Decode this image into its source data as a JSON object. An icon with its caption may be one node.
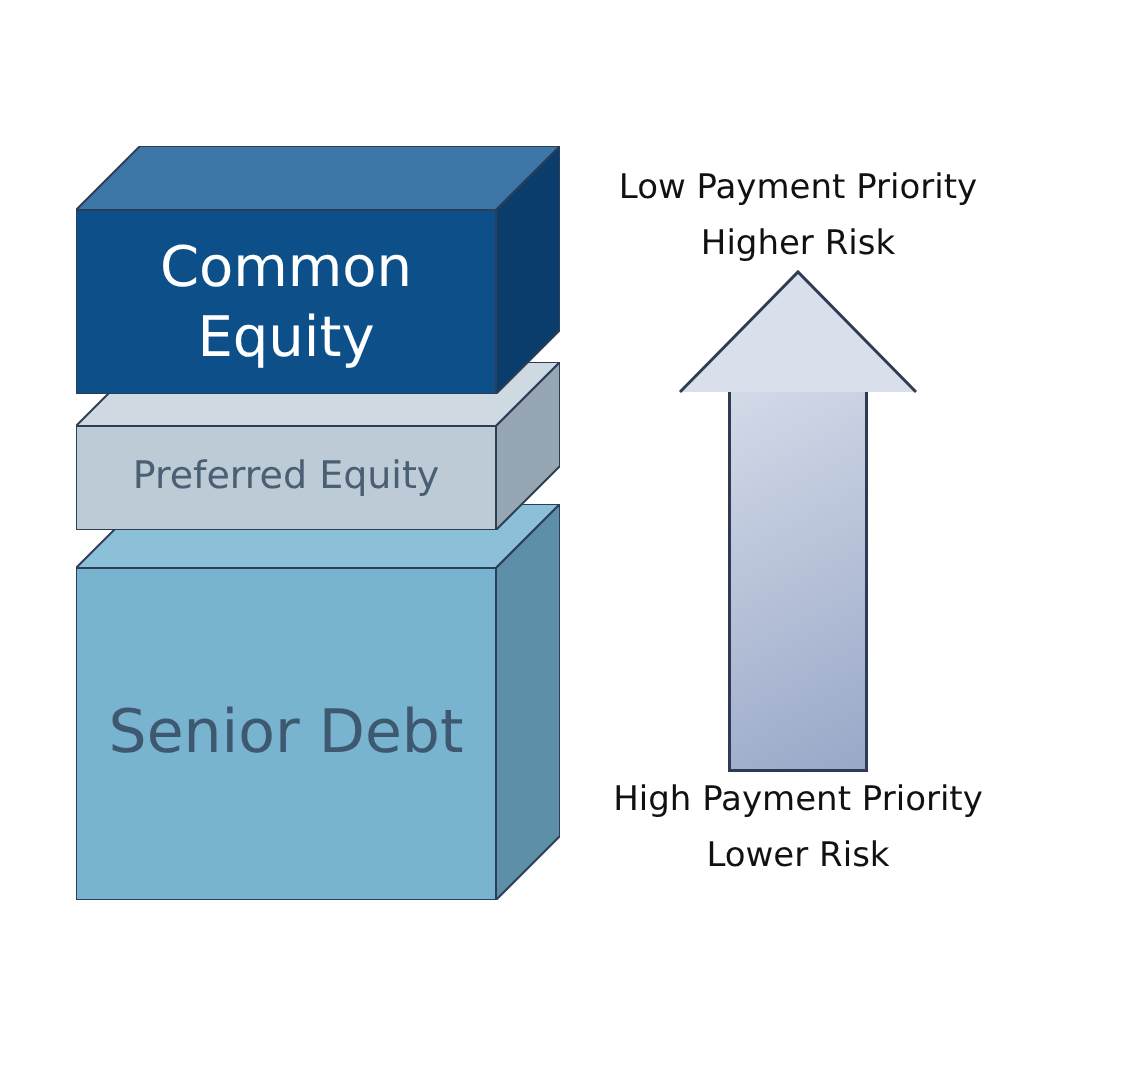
{
  "diagram": {
    "nodes": [
      {
        "text": [
          "Common Equity"
        ]
      },
      {
        "text": [
          "Preferred Equity"
        ]
      },
      {
        "text": [
          "Senior Debt"
        ]
      },
      {
        "text": [
          "Low Payment Priority Higher Risk"
        ]
      },
      {
        "text": [
          "High Payment Priority Lower Risk"
        ]
      }
    ],
    "edges": [
      {
        "from": 4,
        "to": 3,
        "arrow": "to"
      }
    ]
  }
}
